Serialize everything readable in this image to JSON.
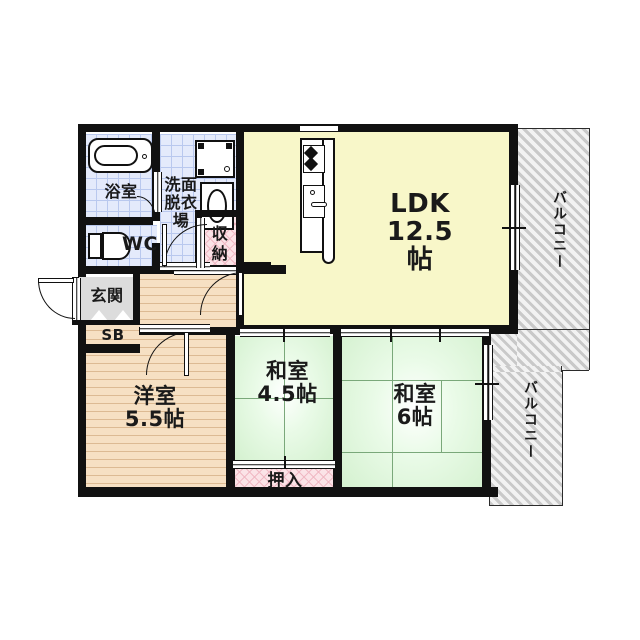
{
  "document": {
    "type": "japanese-apartment-floor-plan",
    "title": "間取り図"
  },
  "rooms": [
    {
      "id": "ldk",
      "name": "LDK",
      "size": "12.5",
      "unit": "帖",
      "label": "LDK\n12.5\n帖",
      "floor": "kitchen-living"
    },
    {
      "id": "washitsu45",
      "name": "和室",
      "size": "4.5",
      "unit": "帖",
      "label": "和室\n4.5帖",
      "floor": "tatami"
    },
    {
      "id": "washitsu6",
      "name": "和室",
      "size": "6",
      "unit": "帖",
      "label": "和室\n6帖",
      "floor": "tatami"
    },
    {
      "id": "yoshitsu55",
      "name": "洋室",
      "size": "5.5",
      "unit": "帖",
      "label": "洋室\n5.5帖",
      "floor": "wood"
    },
    {
      "id": "yokushitsu",
      "name": "浴室",
      "size": "",
      "unit": "",
      "label": "浴室",
      "floor": "tile"
    },
    {
      "id": "senmen",
      "name": "洗面脱衣場",
      "size": "",
      "unit": "",
      "label": "洗面\n脱衣場",
      "floor": "tile"
    },
    {
      "id": "wc",
      "name": "WC",
      "size": "",
      "unit": "",
      "label": "WC",
      "floor": "tile"
    },
    {
      "id": "shuno",
      "name": "収納",
      "size": "",
      "unit": "",
      "label": "収納",
      "floor": "closet"
    },
    {
      "id": "genkan",
      "name": "玄関",
      "size": "",
      "unit": "",
      "label": "玄関",
      "floor": "gray"
    },
    {
      "id": "sb",
      "name": "SB",
      "size": "",
      "unit": "",
      "label": "SB",
      "floor": "closet"
    },
    {
      "id": "oshiire",
      "name": "押入",
      "size": "",
      "unit": "",
      "label": "押入",
      "floor": "closet"
    },
    {
      "id": "balcony1",
      "name": "バルコニー",
      "size": "",
      "unit": "",
      "label": "バルコニー",
      "floor": "balcony"
    },
    {
      "id": "balcony2",
      "name": "バルコニー",
      "size": "",
      "unit": "",
      "label": "バルコニー",
      "floor": "balcony"
    }
  ],
  "fixtures": [
    {
      "id": "bathtub",
      "name": "浴槽"
    },
    {
      "id": "toilet",
      "name": "便器"
    },
    {
      "id": "washbasin",
      "name": "洗面台"
    },
    {
      "id": "washer-pan",
      "name": "洗濯機置場"
    },
    {
      "id": "kitchen-stove",
      "name": "コンロ"
    },
    {
      "id": "kitchen-sink",
      "name": "シンク"
    }
  ],
  "colors": {
    "wall": "#111111",
    "ldk": "#f8f7c9",
    "tatami": "#d2f0cd",
    "wood": "#f6e0c3",
    "tile": "#e4eafb",
    "closet": "#fbe3e7",
    "gray": "#dcdcdc",
    "balcony": "#e3e3e3",
    "background": "#ffffff"
  }
}
